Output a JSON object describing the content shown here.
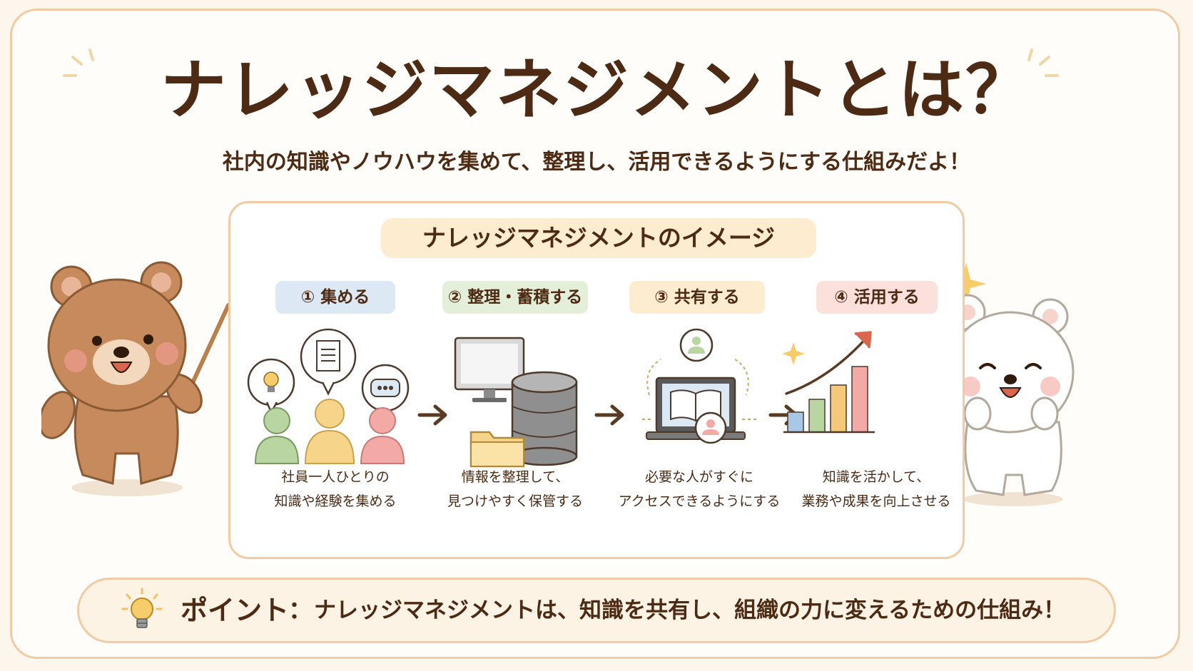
{
  "title": "ナレッジマネジメントとは？",
  "subtitle": "社内の知識やノウハウを集めて、整理し、活用できるようにする仕組みだよ！",
  "panel": {
    "title": "ナレッジマネジメントのイメージ",
    "steps": [
      {
        "label": "① 集める",
        "desc_line1": "社員一人ひとりの",
        "desc_line2": "知識や経験を集める",
        "color": "#dce9f5"
      },
      {
        "label": "② 整理・蓄積する",
        "desc_line1": "情報を整理して、",
        "desc_line2": "見つけやすく保管する",
        "color": "#e3efd9"
      },
      {
        "label": "③ 共有する",
        "desc_line1": "必要な人がすぐに",
        "desc_line2": "アクセスできるようにする",
        "color": "#fdeccf"
      },
      {
        "label": "④ 活用する",
        "desc_line1": "知識を活かして、",
        "desc_line2": "業務や成果を向上させる",
        "color": "#fbe0dc"
      }
    ]
  },
  "point": {
    "label": "ポイント",
    "colon": "：",
    "text": "ナレッジマネジメントは、知識を共有し、組織の力に変えるための仕組み！"
  },
  "icons": [
    "bear-teacher-icon",
    "lightbulb-icon",
    "document-icon",
    "chat-icon",
    "person-icon",
    "monitor-icon",
    "database-icon",
    "folder-icon",
    "laptop-book-icon",
    "growth-chart-icon",
    "polar-bear-icon",
    "sparkle-icon"
  ],
  "colors": {
    "accent": "#f0cba3",
    "text": "#4d2a13",
    "arrow": "#5a3a22",
    "blue": "#dce9f5",
    "green": "#e3efd9",
    "yellow": "#fdeccf",
    "pink": "#fbe0dc"
  }
}
